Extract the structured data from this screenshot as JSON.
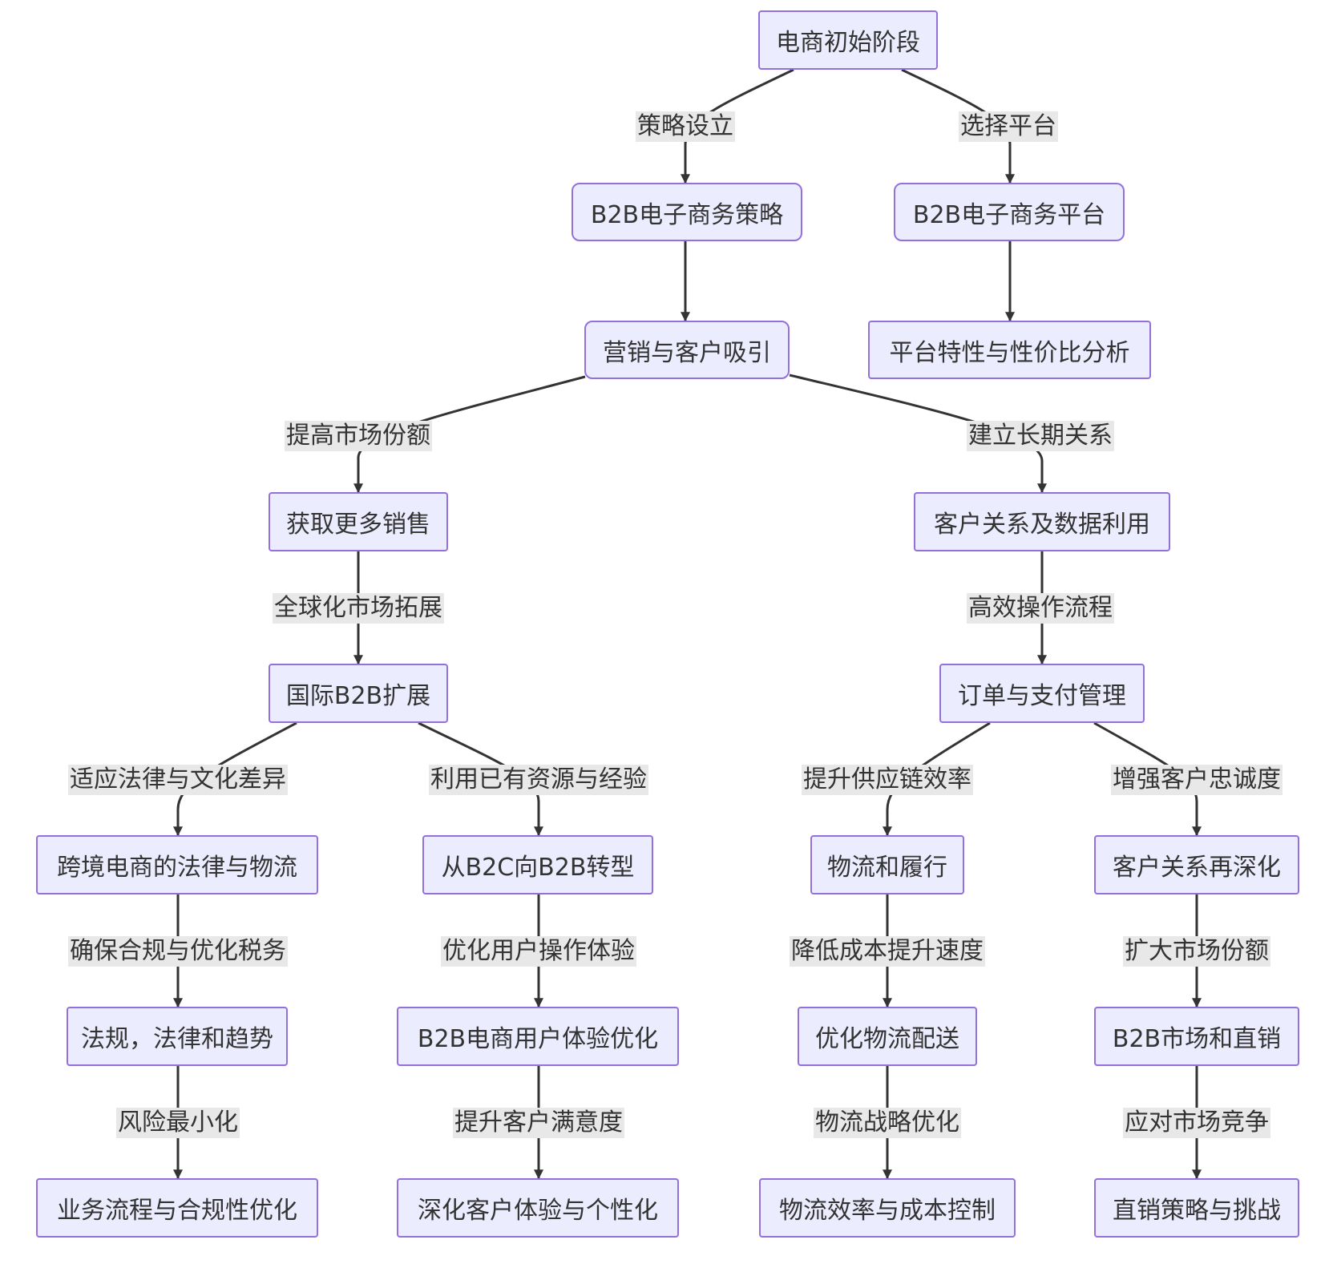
{
  "nodes": {
    "start": "电商初始阶段",
    "strategy": "B2B电子商务策略",
    "platform": "B2B电子商务平台",
    "marketing": "营销与客户吸引",
    "platform_analysis": "平台特性与性价比分析",
    "more_sales": "获取更多销售",
    "crm_data": "客户关系及数据利用",
    "intl_b2b": "国际B2B扩展",
    "order_payment": "订单与支付管理",
    "crossborder": "跨境电商的法律与物流",
    "b2c_to_b2b": "从B2C向B2B转型",
    "logistics_fulfill": "物流和履行",
    "crm_deepen": "客户关系再深化",
    "regulations": "法规，法律和趋势",
    "ux_opt": "B2B电商用户体验优化",
    "logistics_delivery": "优化物流配送",
    "b2b_direct": "B2B市场和直销",
    "process_compliance": "业务流程与合规性优化",
    "deepen_cx": "深化客户体验与个性化",
    "logistics_cost": "物流效率与成本控制",
    "direct_strategy": "直销策略与挑战"
  },
  "edges": {
    "strategy_setup": "策略设立",
    "choose_platform": "选择平台",
    "raise_share": "提高市场份额",
    "long_term": "建立长期关系",
    "global_expand": "全球化市场拓展",
    "efficient_ops": "高效操作流程",
    "adapt_law": "适应法律与文化差异",
    "use_resources": "利用已有资源与经验",
    "supply_chain": "提升供应链效率",
    "loyalty": "增强客户忠诚度",
    "compliance_tax": "确保合规与优化税务",
    "ux_ops": "优化用户操作体验",
    "cost_speed": "降低成本提升速度",
    "expand_share": "扩大市场份额",
    "risk_min": "风险最小化",
    "satisfaction": "提升客户满意度",
    "logistics_strategy": "物流战略优化",
    "compete": "应对市场竞争"
  }
}
